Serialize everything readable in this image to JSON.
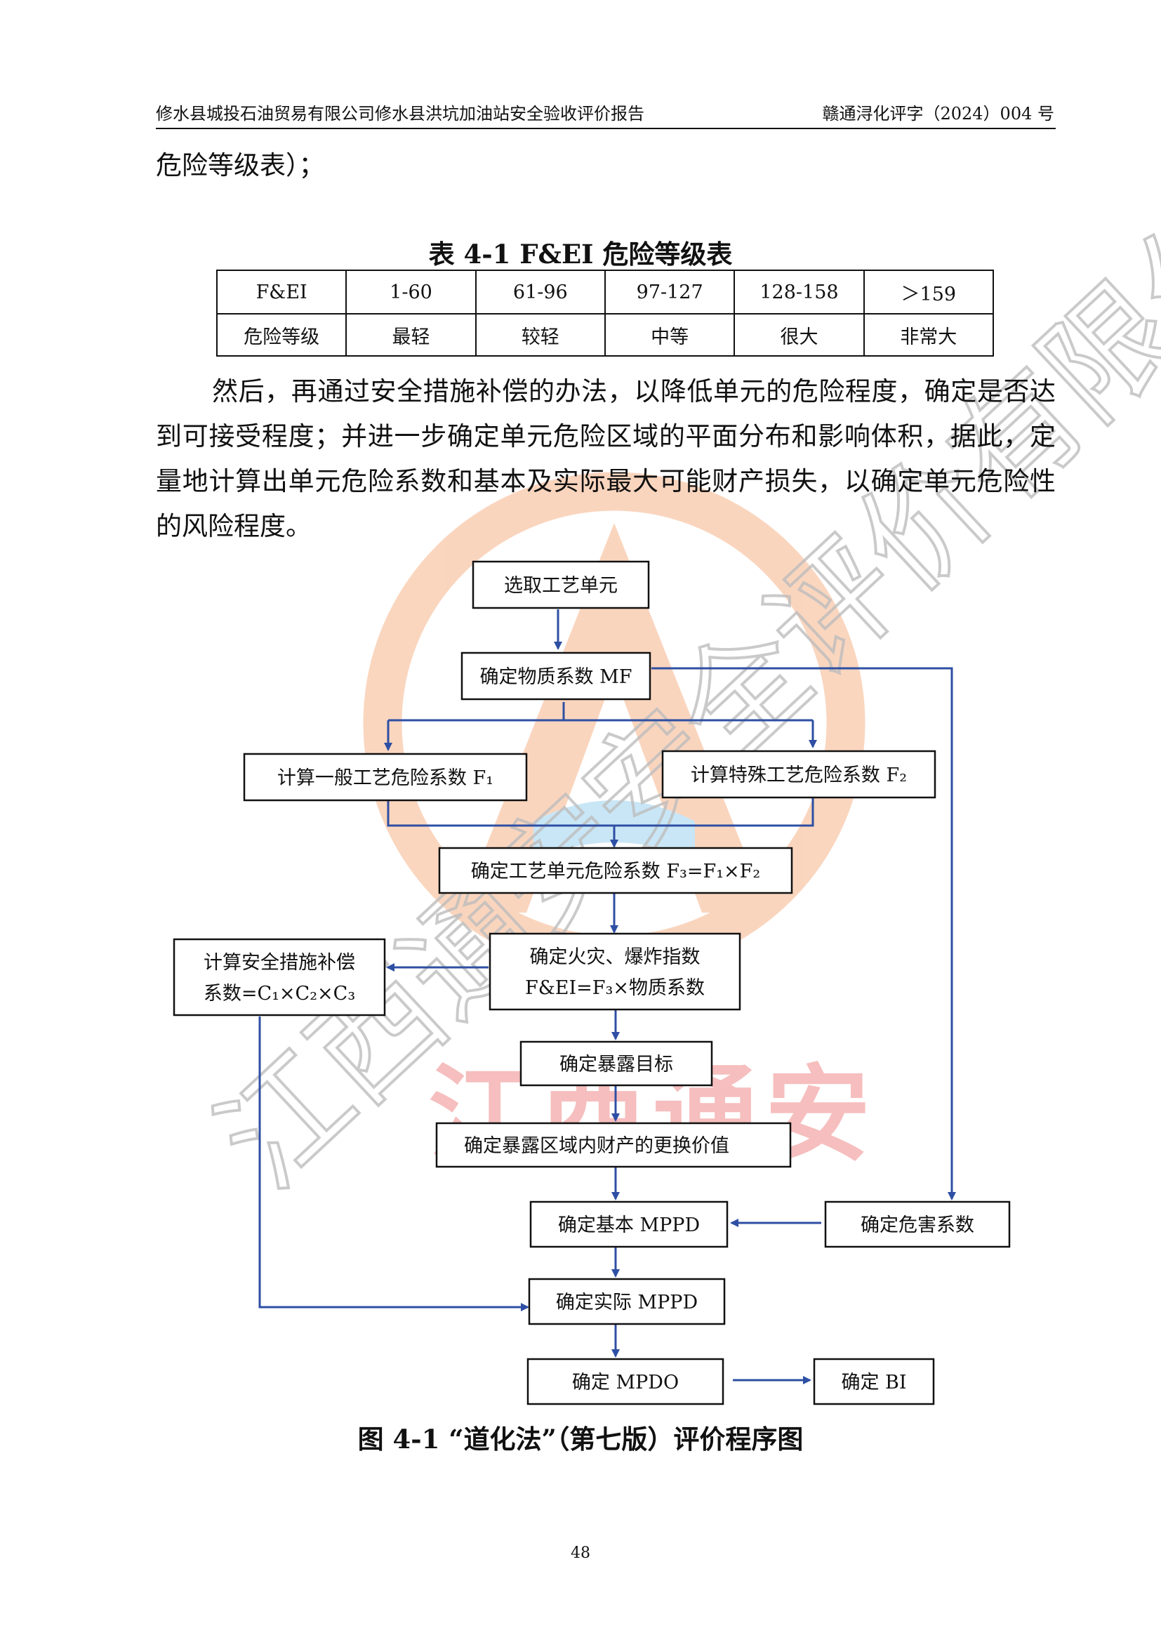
{
  "header": {
    "left": "修水县城投石油贸易有限公司修水县洪坑加油站安全验收评价报告",
    "right": "赣通浔化评字（2024）004 号"
  },
  "body": {
    "para1": "危险等级表）；",
    "para2": "然后，再通过安全措施补偿的办法，以降低单元的危险程度，确定是否达到可接受程度；并进一步确定单元危险区域的平面分布和影响体积，据此，定量地计算出单元危险系数和基本及实际最大可能财产损失，以确定单元危险性的风险程度。"
  },
  "table": {
    "caption": "表 4-1    F&EI 危险等级表",
    "rows": [
      [
        "F&EI",
        "1-60",
        "61-96",
        "97-127",
        "128-158",
        "＞159"
      ],
      [
        "危险等级",
        "最轻",
        "较轻",
        "中等",
        "很大",
        "非常大"
      ]
    ]
  },
  "flowchart": {
    "nodes": {
      "select_unit": "选取工艺单元",
      "mf": "确定物质系数 MF",
      "f1": "计算一般工艺危险系数 F₁",
      "f2": "计算特殊工艺危险系数 F₂",
      "f3": "确定工艺单元危险系数 F₃=F₁×F₂",
      "safety_line1": "计算安全措施补偿",
      "safety_line2": "系数=C₁×C₂×C₃",
      "fei_line1": "确定火灾、爆炸指数",
      "fei_line2": "F&EI=F₃×物质系数",
      "exposure_target": "确定暴露目标",
      "replacement": "确定暴露区域内财产的更换价值",
      "basic_mppd": "确定基本 MPPD",
      "damage": "确定危害系数",
      "actual_mppd": "确定实际 MPPD",
      "mpdo": "确定 MPDO",
      "bi": "确定 BI"
    },
    "line_color": "#2e4fa3"
  },
  "figure_caption": "图 4-1      “道化法”（第七版）评价程序图",
  "page_number": "48",
  "watermark": {
    "text": "江西通安安全评价有限公司",
    "stamp_text": "江西通安",
    "colors": {
      "ring": "#f6b48a",
      "stamp_text": "#f08a8a",
      "diagonal": "#c9c9c9"
    }
  }
}
